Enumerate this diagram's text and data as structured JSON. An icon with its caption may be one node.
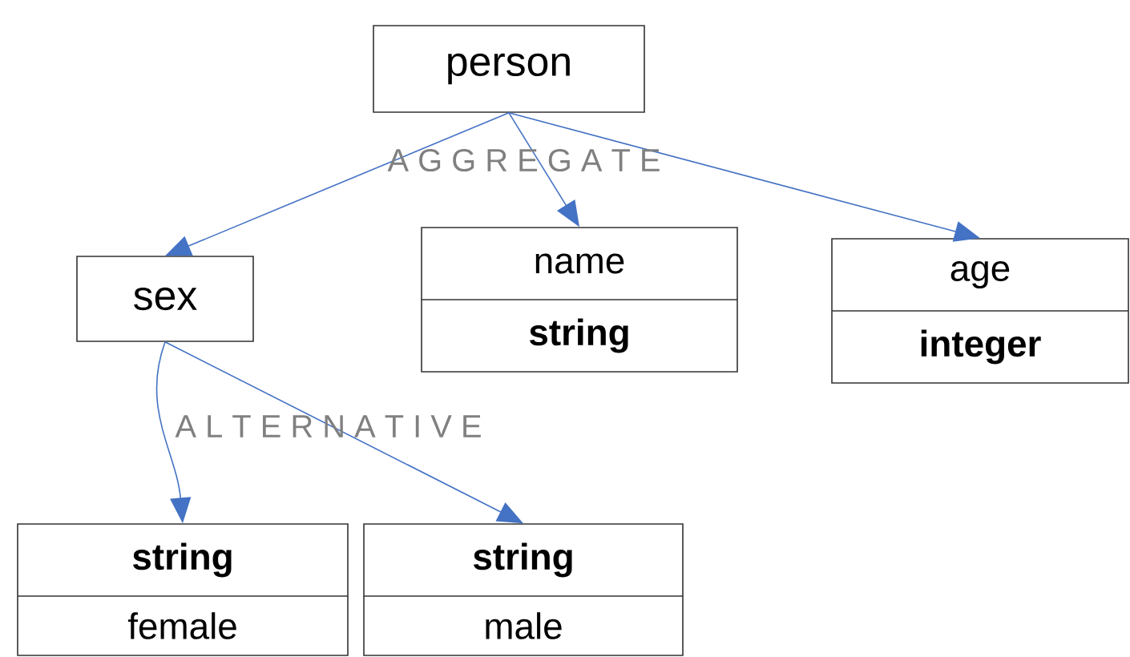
{
  "diagram": {
    "nodes": [
      {
        "text": [
          "person"
        ]
      },
      {
        "text": [
          "sex"
        ]
      },
      {
        "text": [
          "name",
          "string"
        ]
      },
      {
        "text": [
          "age",
          "integer"
        ]
      },
      {
        "text": [
          "string",
          "female"
        ]
      },
      {
        "text": [
          "string",
          "male"
        ]
      }
    ],
    "edges": [
      {
        "from": 0,
        "to": 1,
        "arrow": "to"
      },
      {
        "from": 0,
        "to": 2,
        "arrow": "to"
      },
      {
        "from": 0,
        "to": 3,
        "arrow": "to"
      },
      {
        "from": 1,
        "to": 4,
        "arrow": "to"
      },
      {
        "from": 1,
        "to": 5,
        "arrow": "to"
      }
    ],
    "labels": [
      "A G G R E G A T E",
      "A L T E R N A T I V E"
    ]
  }
}
